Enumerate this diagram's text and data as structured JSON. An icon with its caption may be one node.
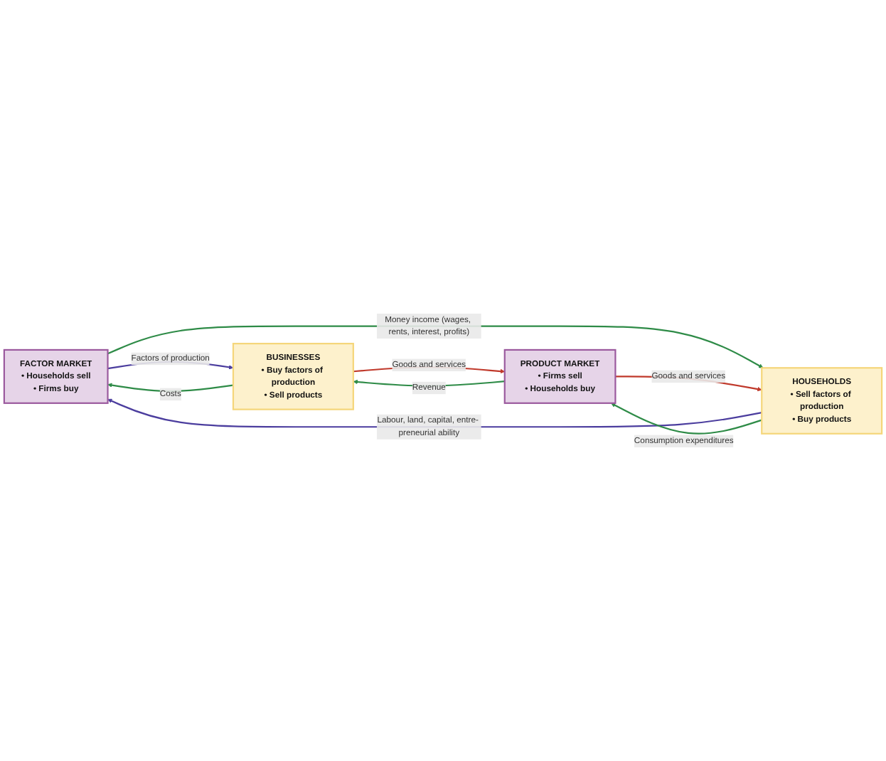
{
  "diagram": {
    "nodes": [
      {
        "text": [
          "FACTOR MARKET",
          "• Households sell",
          "• Firms buy"
        ]
      },
      {
        "text": [
          "BUSINESSES",
          "• Buy factors of production",
          "• Sell products"
        ]
      },
      {
        "text": [
          "HOUSEHOLDS",
          "• Sell factors of production",
          "• Buy products"
        ]
      },
      {
        "text": [
          "PRODUCT MARKET",
          "• Firms sell",
          "• Households buy"
        ]
      }
    ],
    "edges": [
      {
        "from": 1,
        "to": 0,
        "arrow": "to",
        "label": "Costs",
        "color": "#2e8b47"
      },
      {
        "from": 0,
        "to": 1,
        "arrow": "to",
        "label": "Factors of production",
        "color": "#4b3d9e"
      },
      {
        "from": 0,
        "to": 2,
        "arrow": "to",
        "label": "Money income (wages, rents, interest, profits)",
        "color": "#2e8b47"
      },
      {
        "from": 2,
        "to": 0,
        "arrow": "to",
        "label": "Labour, land, capital, entre- preneurial ability",
        "color": "#4b3d9e"
      },
      {
        "from": 1,
        "to": 3,
        "arrow": "to",
        "label": "Goods and services",
        "color": "#c0392b"
      },
      {
        "from": 3,
        "to": 2,
        "arrow": "to",
        "label": "Goods and services",
        "color": "#c0392b"
      },
      {
        "from": 2,
        "to": 3,
        "arrow": "to",
        "label": "Consumption expenditures",
        "color": "#2e8b47"
      },
      {
        "from": 3,
        "to": 1,
        "arrow": "to",
        "label": "Revenue",
        "color": "#2e8b47"
      }
    ]
  }
}
